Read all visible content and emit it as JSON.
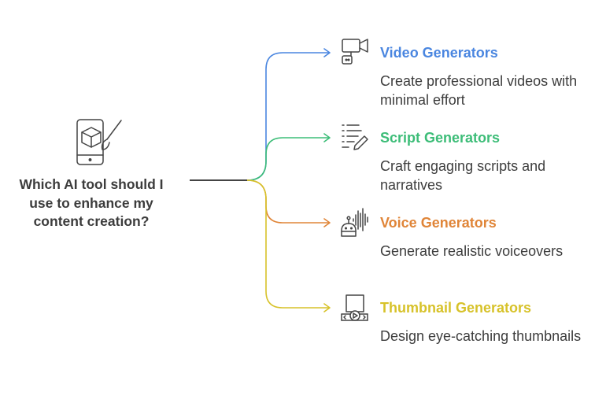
{
  "root": {
    "question": "Which AI tool should I use to enhance my content creation?",
    "icon": "phone-paintbrush-icon"
  },
  "branches": [
    {
      "title": "Video Generators",
      "description": "Create professional videos with minimal effort",
      "color": "#4a86e0",
      "icon": "video-camera-robot-icon"
    },
    {
      "title": "Script Generators",
      "description": "Craft engaging scripts and narratives",
      "color": "#3dbd78",
      "icon": "script-pencil-icon"
    },
    {
      "title": "Voice Generators",
      "description": "Generate realistic voiceovers",
      "color": "#e08538",
      "icon": "robot-soundwave-icon"
    },
    {
      "title": "Thumbnail Generators",
      "description": "Design eye-catching thumbnails",
      "color": "#d7c22a",
      "icon": "thumbnail-play-icon"
    }
  ]
}
